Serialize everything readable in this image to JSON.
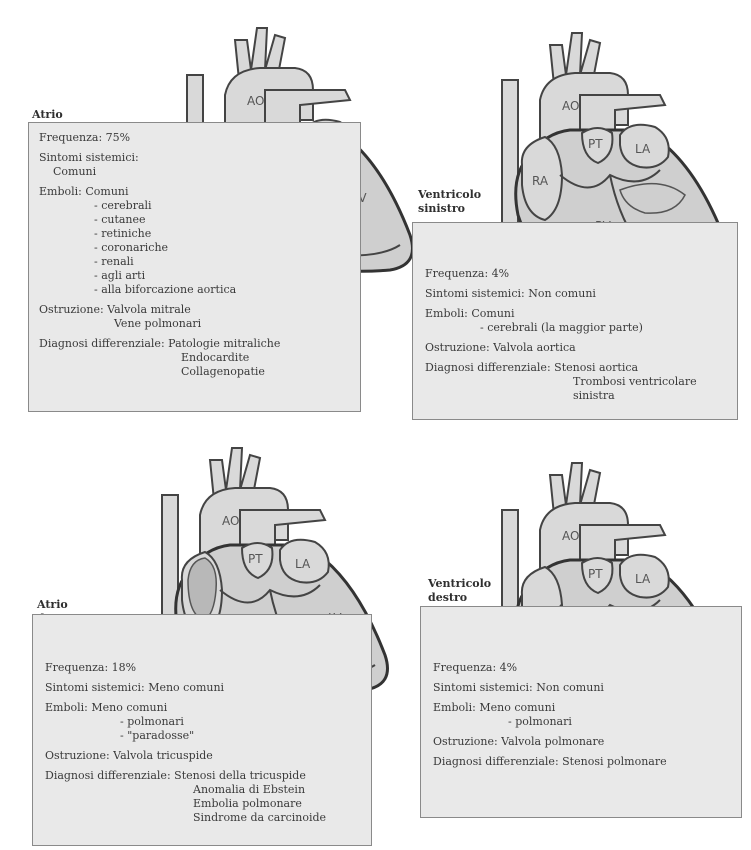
{
  "heart_labels": {
    "ao": "AO",
    "pt": "PT",
    "la": "LA",
    "ra": "RA",
    "rv": "RV",
    "lv": "LV"
  },
  "panels": {
    "left_atrium": {
      "title": "Atrio sinistro",
      "frequency": "Frequenza: 75%",
      "systemic_label": "Sintomi sistemici:",
      "systemic_value": "Comuni",
      "emboli_label": "Emboli: Comuni",
      "emboli_items": [
        "- cerebrali",
        "- cutanee",
        "- retiniche",
        "- coronariche",
        "- renali",
        "- agli arti",
        "- alla biforcazione aortica"
      ],
      "obstruction": "Ostruzione: Valvola mitrale",
      "obstruction_extra": "Vene polmonari",
      "differential_label": "Diagnosi differenziale:",
      "differential_items": [
        "Patologie mitraliche",
        "Endocardite",
        "Collagenopatie"
      ]
    },
    "left_ventricle": {
      "title_line1": "Ventricolo",
      "title_line2": "sinistro",
      "frequency": "Frequenza: 4%",
      "systemic": "Sintomi sistemici: Non comuni",
      "emboli_label": "Emboli: Comuni",
      "emboli_items": [
        "- cerebrali (la maggior parte)"
      ],
      "obstruction": "Ostruzione: Valvola aortica",
      "differential_label": "Diagnosi differenziale:",
      "differential_items": [
        "Stenosi aortica",
        "Trombosi ventricolare",
        "sinistra"
      ]
    },
    "right_atrium": {
      "title": "Atrio destro",
      "frequency": "Frequenza: 18%",
      "systemic": "Sintomi sistemici: Meno comuni",
      "emboli_label": "Emboli: Meno comuni",
      "emboli_items": [
        "- polmonari",
        "- \"paradosse\""
      ],
      "obstruction": "Ostruzione: Valvola tricuspide",
      "differential_label": "Diagnosi differenziale:",
      "differential_items": [
        "Stenosi della tricuspide",
        "Anomalia di Ebstein",
        "Embolia polmonare",
        "Sindrome da carcinoide"
      ]
    },
    "right_ventricle": {
      "title_line1": "Ventricolo",
      "title_line2": "destro",
      "frequency": "Frequenza: 4%",
      "systemic": "Sintomi sistemici: Non comuni",
      "emboli_label": "Emboli: Meno comuni",
      "emboli_items": [
        "- polmonari"
      ],
      "obstruction": "Ostruzione: Valvola polmonare",
      "differential": "Diagnosi differenziale: Stenosi polmonare"
    }
  }
}
